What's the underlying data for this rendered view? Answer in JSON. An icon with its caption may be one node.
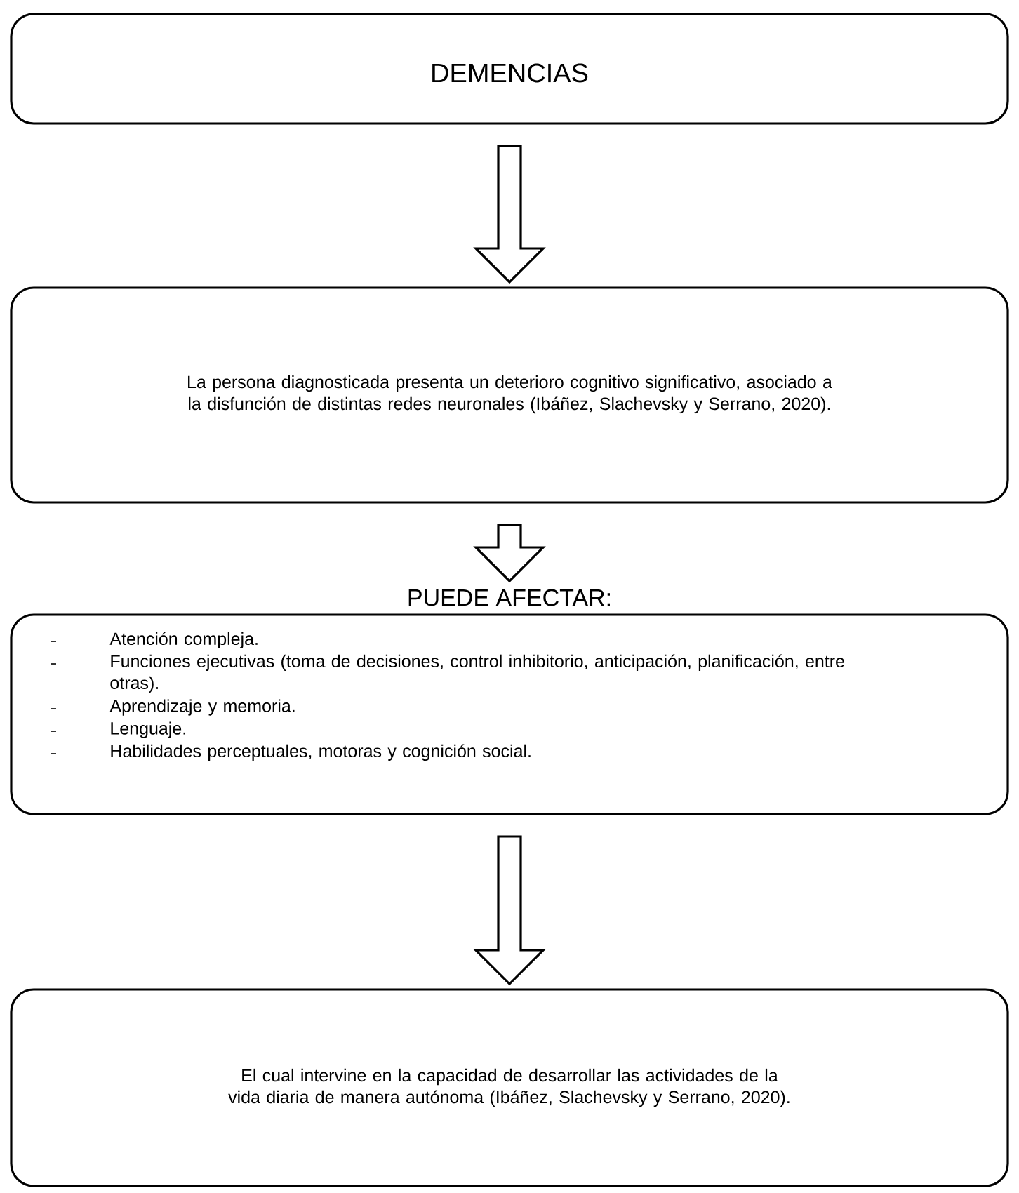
{
  "diagram": {
    "nodes": [
      {
        "text": [
          "DEMENCIAS"
        ]
      },
      {
        "text": [
          "La persona diagnosticada presenta un deterioro cognitivo significativo, asociado a  la disfunción de distintas redes neuronales  (Ibáñez, Slachevsky y Serrano, 2020)."
        ]
      },
      {
        "text": [
          "PUEDE AFECTAR:",
          "Atención compleja.",
          "Funciones ejecutivas (toma de decisiones, control inhibitorio, anticipación, planificación, entre otras).",
          "Aprendizaje y memoria.",
          "Lenguaje.",
          "Habilidades perceptuales, motoras y cognición social."
        ]
      },
      {
        "text": [
          "El cual intervine en la capacidad de desarrollar las actividades de la vida diaria de manera autónoma (Ibáñez, Slachevsky y Serrano, 2020)."
        ]
      }
    ],
    "edges": [
      {
        "from": 0,
        "to": 1,
        "arrow": "to"
      },
      {
        "from": 1,
        "to": 2,
        "arrow": "to"
      },
      {
        "from": 2,
        "to": 3,
        "arrow": "to"
      }
    ]
  }
}
